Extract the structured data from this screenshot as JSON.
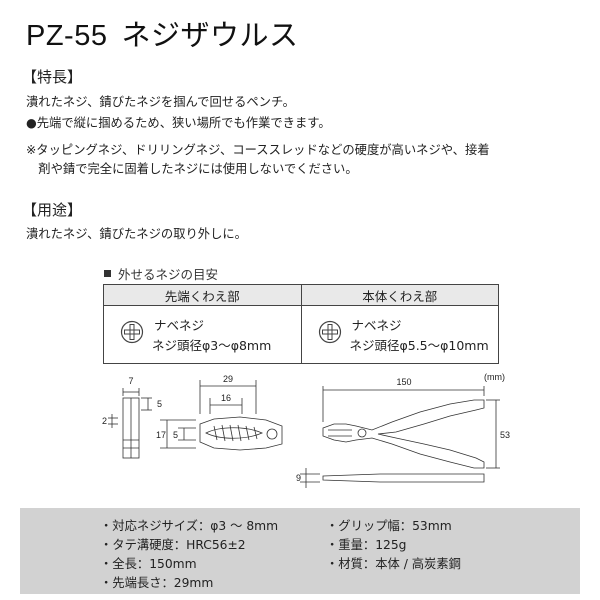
{
  "header": {
    "model": "PZ-55",
    "name": "ネジザウルス"
  },
  "features": {
    "heading": "【特長】",
    "lines": [
      "潰れたネジ、錆びたネジを掴んで回せるペンチ。",
      "●先端で縦に掴めるため、狭い場所でも作業できます。",
      "※タッピングネジ、ドリリングネジ、コーススレッドなどの硬度が高いネジや、接着",
      "　剤や錆で完全に固着したネジには使用しないでください。"
    ]
  },
  "usage": {
    "heading": "【用途】",
    "text": "潰れたネジ、錆びたネジの取り外しに。"
  },
  "screw_table": {
    "caption": "外せるネジの目安",
    "columns": [
      {
        "header": "先端くわえ部",
        "type": "ナベネジ",
        "range": "ネジ頭径φ3～φ8mm"
      },
      {
        "header": "本体くわえ部",
        "type": "ナベネジ",
        "range": "ネジ頭径φ5.5～φ10mm"
      }
    ]
  },
  "dimensions": {
    "unit": "(mm)",
    "tip_width": "7",
    "tip_height": "5",
    "tip_side": "2",
    "jaw_length": "29",
    "jaw_inner": "16",
    "jaw_height_total": "17",
    "jaw_height_inner": "5",
    "overall_length": "150",
    "overall_height": "53",
    "thickness": "9"
  },
  "specs": [
    "・対応ネジサイズ：φ3 ～ 8mm",
    "・タテ溝硬度：HRC56±2",
    "・全長：150mm",
    "・先端長さ：29mm",
    "・グリップ幅：53mm",
    "・重量：125g",
    "・材質：本体 / 高炭素鋼"
  ]
}
